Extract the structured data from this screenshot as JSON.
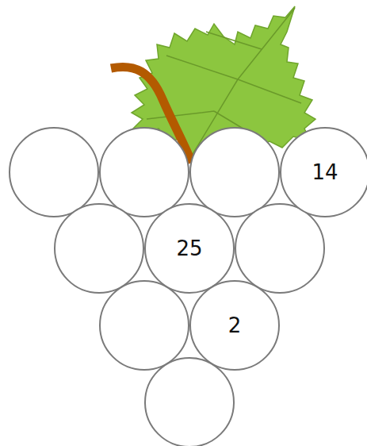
{
  "diagram": {
    "nodes": [
      {
        "text": [
          "14"
        ]
      },
      {
        "text": [
          "25"
        ]
      },
      {
        "text": [
          "2"
        ]
      }
    ]
  }
}
